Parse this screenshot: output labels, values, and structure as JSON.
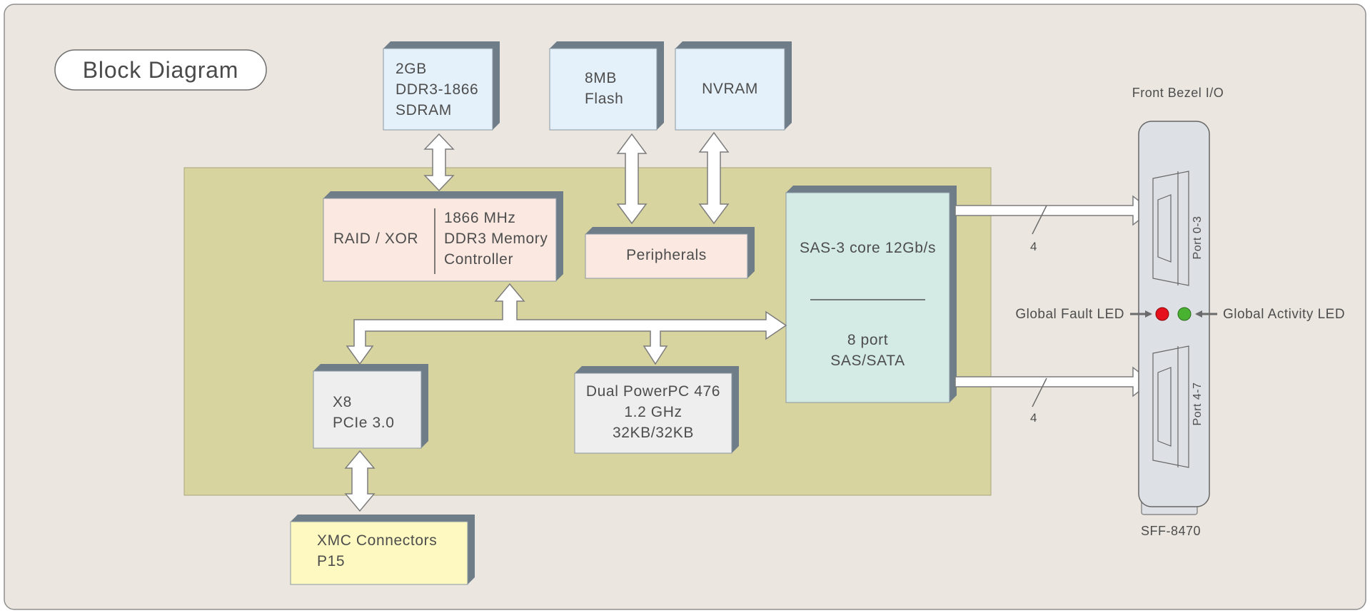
{
  "title": "Block Diagram",
  "blocks": {
    "sdram": [
      "2GB",
      "DDR3-1866",
      "SDRAM"
    ],
    "flash": [
      "8MB",
      "Flash"
    ],
    "nvram": "NVRAM",
    "raid_xor": "RAID / XOR",
    "mem_ctrl": [
      "1866 MHz",
      "DDR3 Memory",
      "Controller"
    ],
    "peripherals": "Peripherals",
    "sas_core": "SAS-3 core 12Gb/s",
    "sas_ports": [
      "8 port",
      "SAS/SATA"
    ],
    "pcie": [
      "X8",
      "PCIe 3.0"
    ],
    "powerpc": [
      "Dual PowerPC 476",
      "1.2 GHz",
      "32KB/32KB"
    ],
    "xmc": [
      "XMC Connectors",
      "P15"
    ]
  },
  "links": {
    "lane_count_top": "4",
    "lane_count_bottom": "4"
  },
  "bezel": {
    "title": "Front Bezel I/O",
    "port_top": "Port 0-3",
    "port_bottom": "Port 4-7",
    "fault_led_label": "Global Fault LED",
    "activity_led_label": "Global Activity LED",
    "connector_label": "SFF-8470"
  },
  "colors": {
    "background": "#ebe7e0",
    "board": "#d8d49f",
    "memory_blue": "#e5f1fa",
    "controller_pink": "#fbe9e1",
    "sas_green": "#d4ebe5",
    "gray_block": "#eeeeee",
    "xmc_yellow": "#fef9c0",
    "shadow": "#6f7d88",
    "fault_led": "#e5121d",
    "activity_led": "#4ab231"
  }
}
